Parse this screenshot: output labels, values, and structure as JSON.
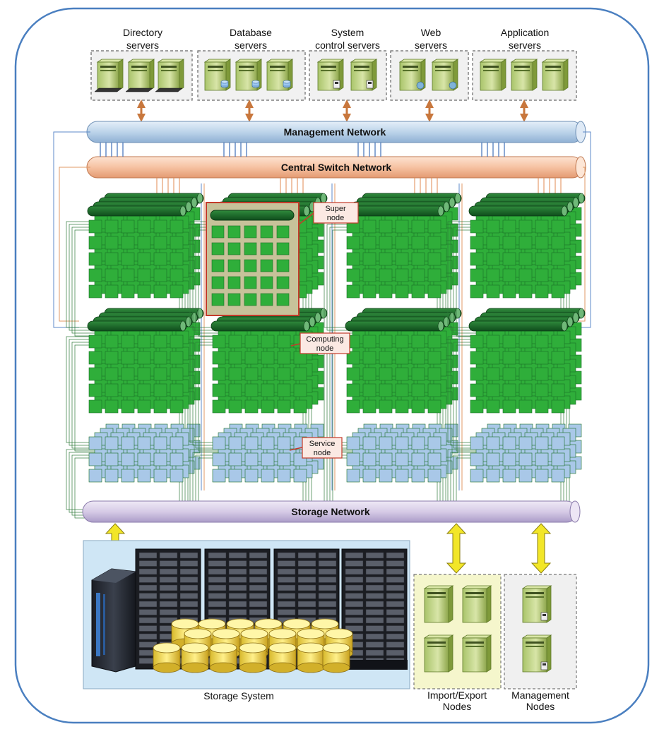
{
  "server_groups": [
    {
      "id": "directory",
      "line1": "Directory",
      "line2": "servers"
    },
    {
      "id": "database",
      "line1": "Database",
      "line2": "servers"
    },
    {
      "id": "system-control",
      "line1": "System",
      "line2": "control servers"
    },
    {
      "id": "web",
      "line1": "Web",
      "line2": "servers"
    },
    {
      "id": "application",
      "line1": "Application",
      "line2": "servers"
    }
  ],
  "networks": {
    "management": "Management Network",
    "central_switch": "Central Switch Network",
    "storage": "Storage Network"
  },
  "callouts": {
    "super_node": {
      "line1": "Super",
      "line2": "node"
    },
    "computing_node": {
      "line1": "Computing",
      "line2": "node"
    },
    "service_node": {
      "line1": "Service",
      "line2": "node"
    }
  },
  "bottom": {
    "storage_system": "Storage System",
    "import_export": {
      "line1": "Import/Export",
      "line2": "Nodes"
    },
    "management_nodes": {
      "line1": "Management",
      "line2": "Nodes"
    }
  },
  "colors": {
    "frame": "#4a7fc0",
    "management_pipe": "#bcd4ea",
    "central_pipe": "#f6c7a8",
    "storage_pipe": "#d6cbe6",
    "compute_green": "#2fae3a",
    "service_blue": "#a9c8e8",
    "highlight": "#c33b2a"
  }
}
